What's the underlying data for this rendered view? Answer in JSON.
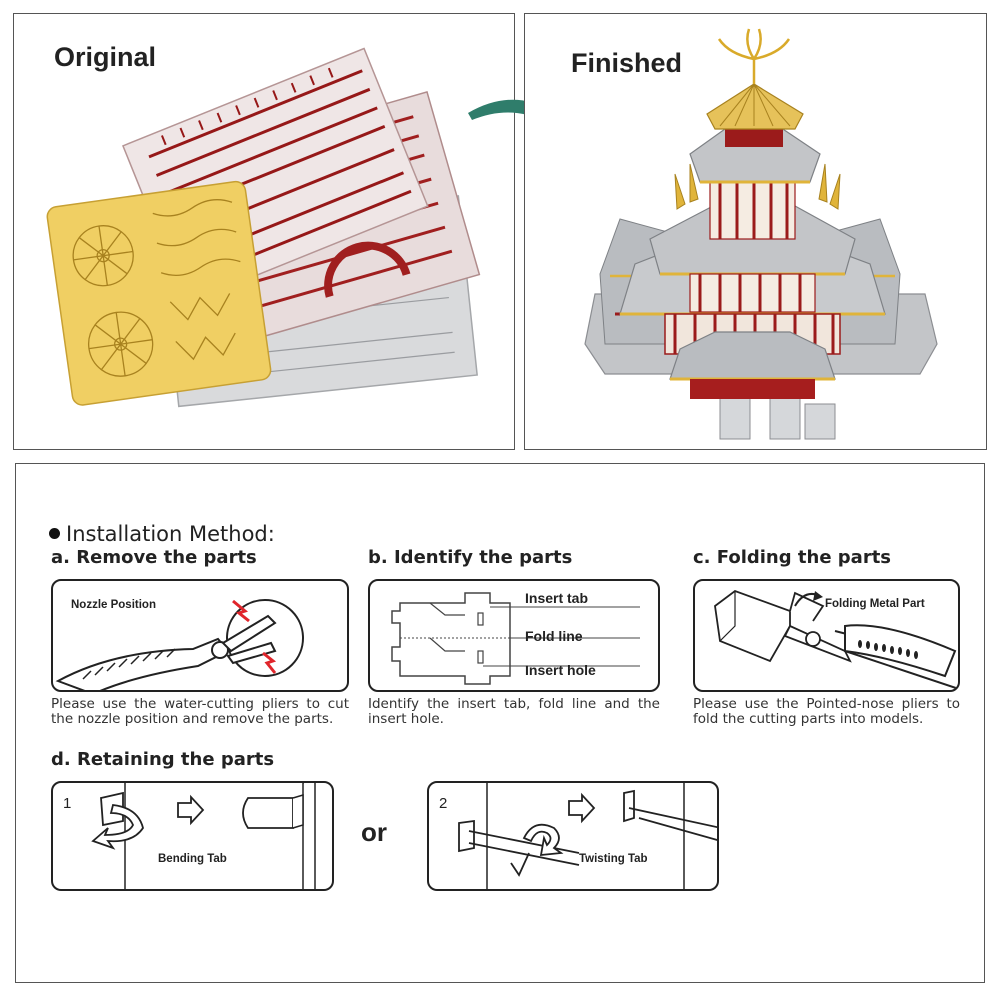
{
  "top": {
    "original_title": "Original",
    "finished_title": "Finished"
  },
  "install": {
    "heading": "Installation Method:",
    "step_a": {
      "title": "a. Remove the parts",
      "label": "Nozzle Position",
      "desc": "Please use the water-cutting pliers to cut the nozzle position and remove the parts."
    },
    "step_b": {
      "title": "b. Identify the parts",
      "insert_tab": "Insert tab",
      "fold_line": "Fold line",
      "insert_hole": "Insert hole",
      "desc": "Identify the insert tab, fold line and the insert hole."
    },
    "step_c": {
      "title": "c. Folding the parts",
      "label": "Folding Metal Part",
      "desc": "Please use the Pointed-nose pliers to fold the cutting parts into models."
    },
    "step_d": {
      "title": "d. Retaining the parts",
      "num1": "1",
      "bending_tab": "Bending Tab",
      "or": "or",
      "num2": "2",
      "twisting_tab": "Twisting Tab"
    }
  },
  "colors": {
    "arrow_green": "#2f7d6b",
    "gold": "#e0b43a",
    "red": "#9b1b1b",
    "silver": "#b9bcc0"
  }
}
